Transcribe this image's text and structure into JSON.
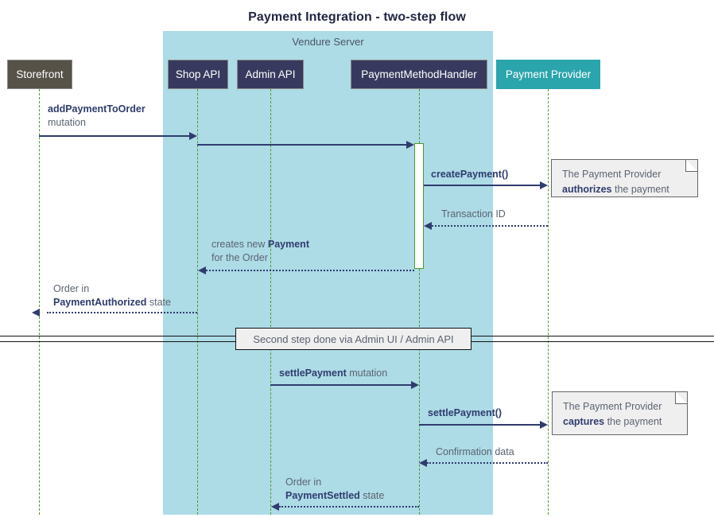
{
  "title": "Payment Integration - two-step flow",
  "group": {
    "label": "Vendure Server"
  },
  "participants": [
    {
      "id": "storefront",
      "label": "Storefront",
      "kind": "external"
    },
    {
      "id": "shop-api",
      "label": "Shop API",
      "kind": "server"
    },
    {
      "id": "admin-api",
      "label": "Admin API",
      "kind": "server"
    },
    {
      "id": "handler",
      "label": "PaymentMethodHandler",
      "kind": "server"
    },
    {
      "id": "provider",
      "label": "Payment Provider",
      "kind": "provider"
    }
  ],
  "messages": [
    {
      "id": "add-payment-to-order",
      "from": "storefront",
      "to": "shop-api",
      "style": "solid",
      "direction": "right",
      "label_bold": "addPaymentToOrder",
      "label_rest": "",
      "label_line2": "mutation"
    },
    {
      "id": "shop-api-to-handler",
      "from": "shop-api",
      "to": "handler",
      "style": "solid",
      "direction": "right",
      "label_bold": "",
      "label_rest": "",
      "label_line2": ""
    },
    {
      "id": "create-payment",
      "from": "handler",
      "to": "provider",
      "style": "solid",
      "direction": "right",
      "label_bold": "createPayment()",
      "label_rest": "",
      "label_line2": ""
    },
    {
      "id": "transaction-id",
      "from": "provider",
      "to": "handler",
      "style": "dotted",
      "direction": "left",
      "label_bold": "",
      "label_rest": "Transaction ID",
      "label_line2": ""
    },
    {
      "id": "creates-new-payment",
      "from": "handler",
      "to": "shop-api",
      "style": "dotted",
      "direction": "left",
      "label_pre": "creates new ",
      "label_bold": "Payment",
      "label_rest": "",
      "label_line2": "for the Order"
    },
    {
      "id": "order-payment-authorized",
      "from": "shop-api",
      "to": "storefront",
      "style": "dotted",
      "direction": "left",
      "label_line1": "Order in",
      "label_bold": "PaymentAuthorized",
      "label_rest": " state"
    },
    {
      "id": "settle-payment-mutation",
      "from": "admin-api",
      "to": "handler",
      "style": "solid",
      "direction": "right",
      "label_bold": "settlePayment",
      "label_rest": " mutation",
      "label_line2": ""
    },
    {
      "id": "settle-payment-call",
      "from": "handler",
      "to": "provider",
      "style": "solid",
      "direction": "right",
      "label_bold": "settlePayment()",
      "label_rest": "",
      "label_line2": ""
    },
    {
      "id": "confirmation-data",
      "from": "provider",
      "to": "handler",
      "style": "dotted",
      "direction": "left",
      "label_bold": "",
      "label_rest": "Confirmation data",
      "label_line2": ""
    },
    {
      "id": "order-payment-settled",
      "from": "handler",
      "to": "admin-api",
      "style": "dotted",
      "direction": "left",
      "label_line1": "Order in",
      "label_bold": "PaymentSettled",
      "label_rest": " state"
    }
  ],
  "notes": [
    {
      "id": "note-authorizes",
      "line1": "The Payment Provider",
      "bold": "authorizes",
      "rest": " the payment"
    },
    {
      "id": "note-captures",
      "line1": "The Payment Provider",
      "bold": "captures",
      "rest": " the payment"
    }
  ],
  "divider": {
    "label": "Second step done via Admin UI / Admin API"
  },
  "colors": {
    "group_fill": "#addbe6",
    "server_box": "#373a5e",
    "external_box": "#565248",
    "provider_box": "#2ba5ac",
    "lifeline": "#4e9a28",
    "arrow": "#2f3c6e",
    "note_fill": "#efefef",
    "label_text": "#5b6472"
  }
}
